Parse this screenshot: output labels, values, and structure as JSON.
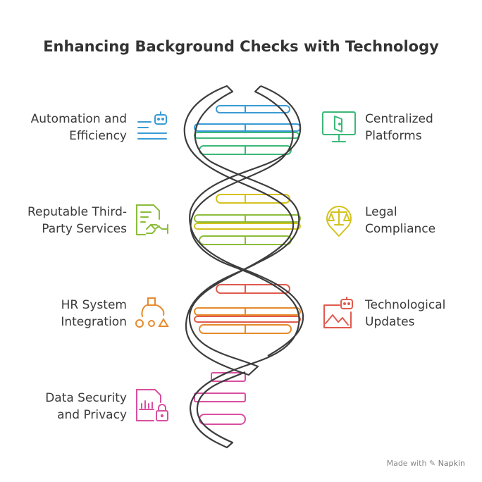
{
  "title": "Enhancing Background Checks with Technology",
  "items": [
    {
      "lines": [
        "Automation and",
        "Efficiency"
      ],
      "icon": "robot-list-icon",
      "color": "#3a9bd5",
      "side": "left"
    },
    {
      "lines": [
        "Centralized",
        "Platforms"
      ],
      "icon": "monitor-door-icon",
      "color": "#3cb878",
      "side": "right"
    },
    {
      "lines": [
        "Reputable Third-",
        "Party Services"
      ],
      "icon": "contract-handshake-icon",
      "color": "#8cbc3a",
      "side": "left"
    },
    {
      "lines": [
        "Legal",
        "Compliance"
      ],
      "icon": "scales-badge-icon",
      "color": "#d4c21c",
      "side": "right"
    },
    {
      "lines": [
        "HR System",
        "Integration"
      ],
      "icon": "shapes-network-icon",
      "color": "#e58a2c",
      "side": "left"
    },
    {
      "lines": [
        "Technological",
        "Updates"
      ],
      "icon": "robot-chart-icon",
      "color": "#e05a4e",
      "side": "right"
    },
    {
      "lines": [
        "Data Security",
        "and Privacy"
      ],
      "icon": "document-lock-icon",
      "color": "#d94fa0",
      "side": "left"
    }
  ],
  "footer": {
    "made_with": "Made with",
    "brand": "Napkin"
  }
}
